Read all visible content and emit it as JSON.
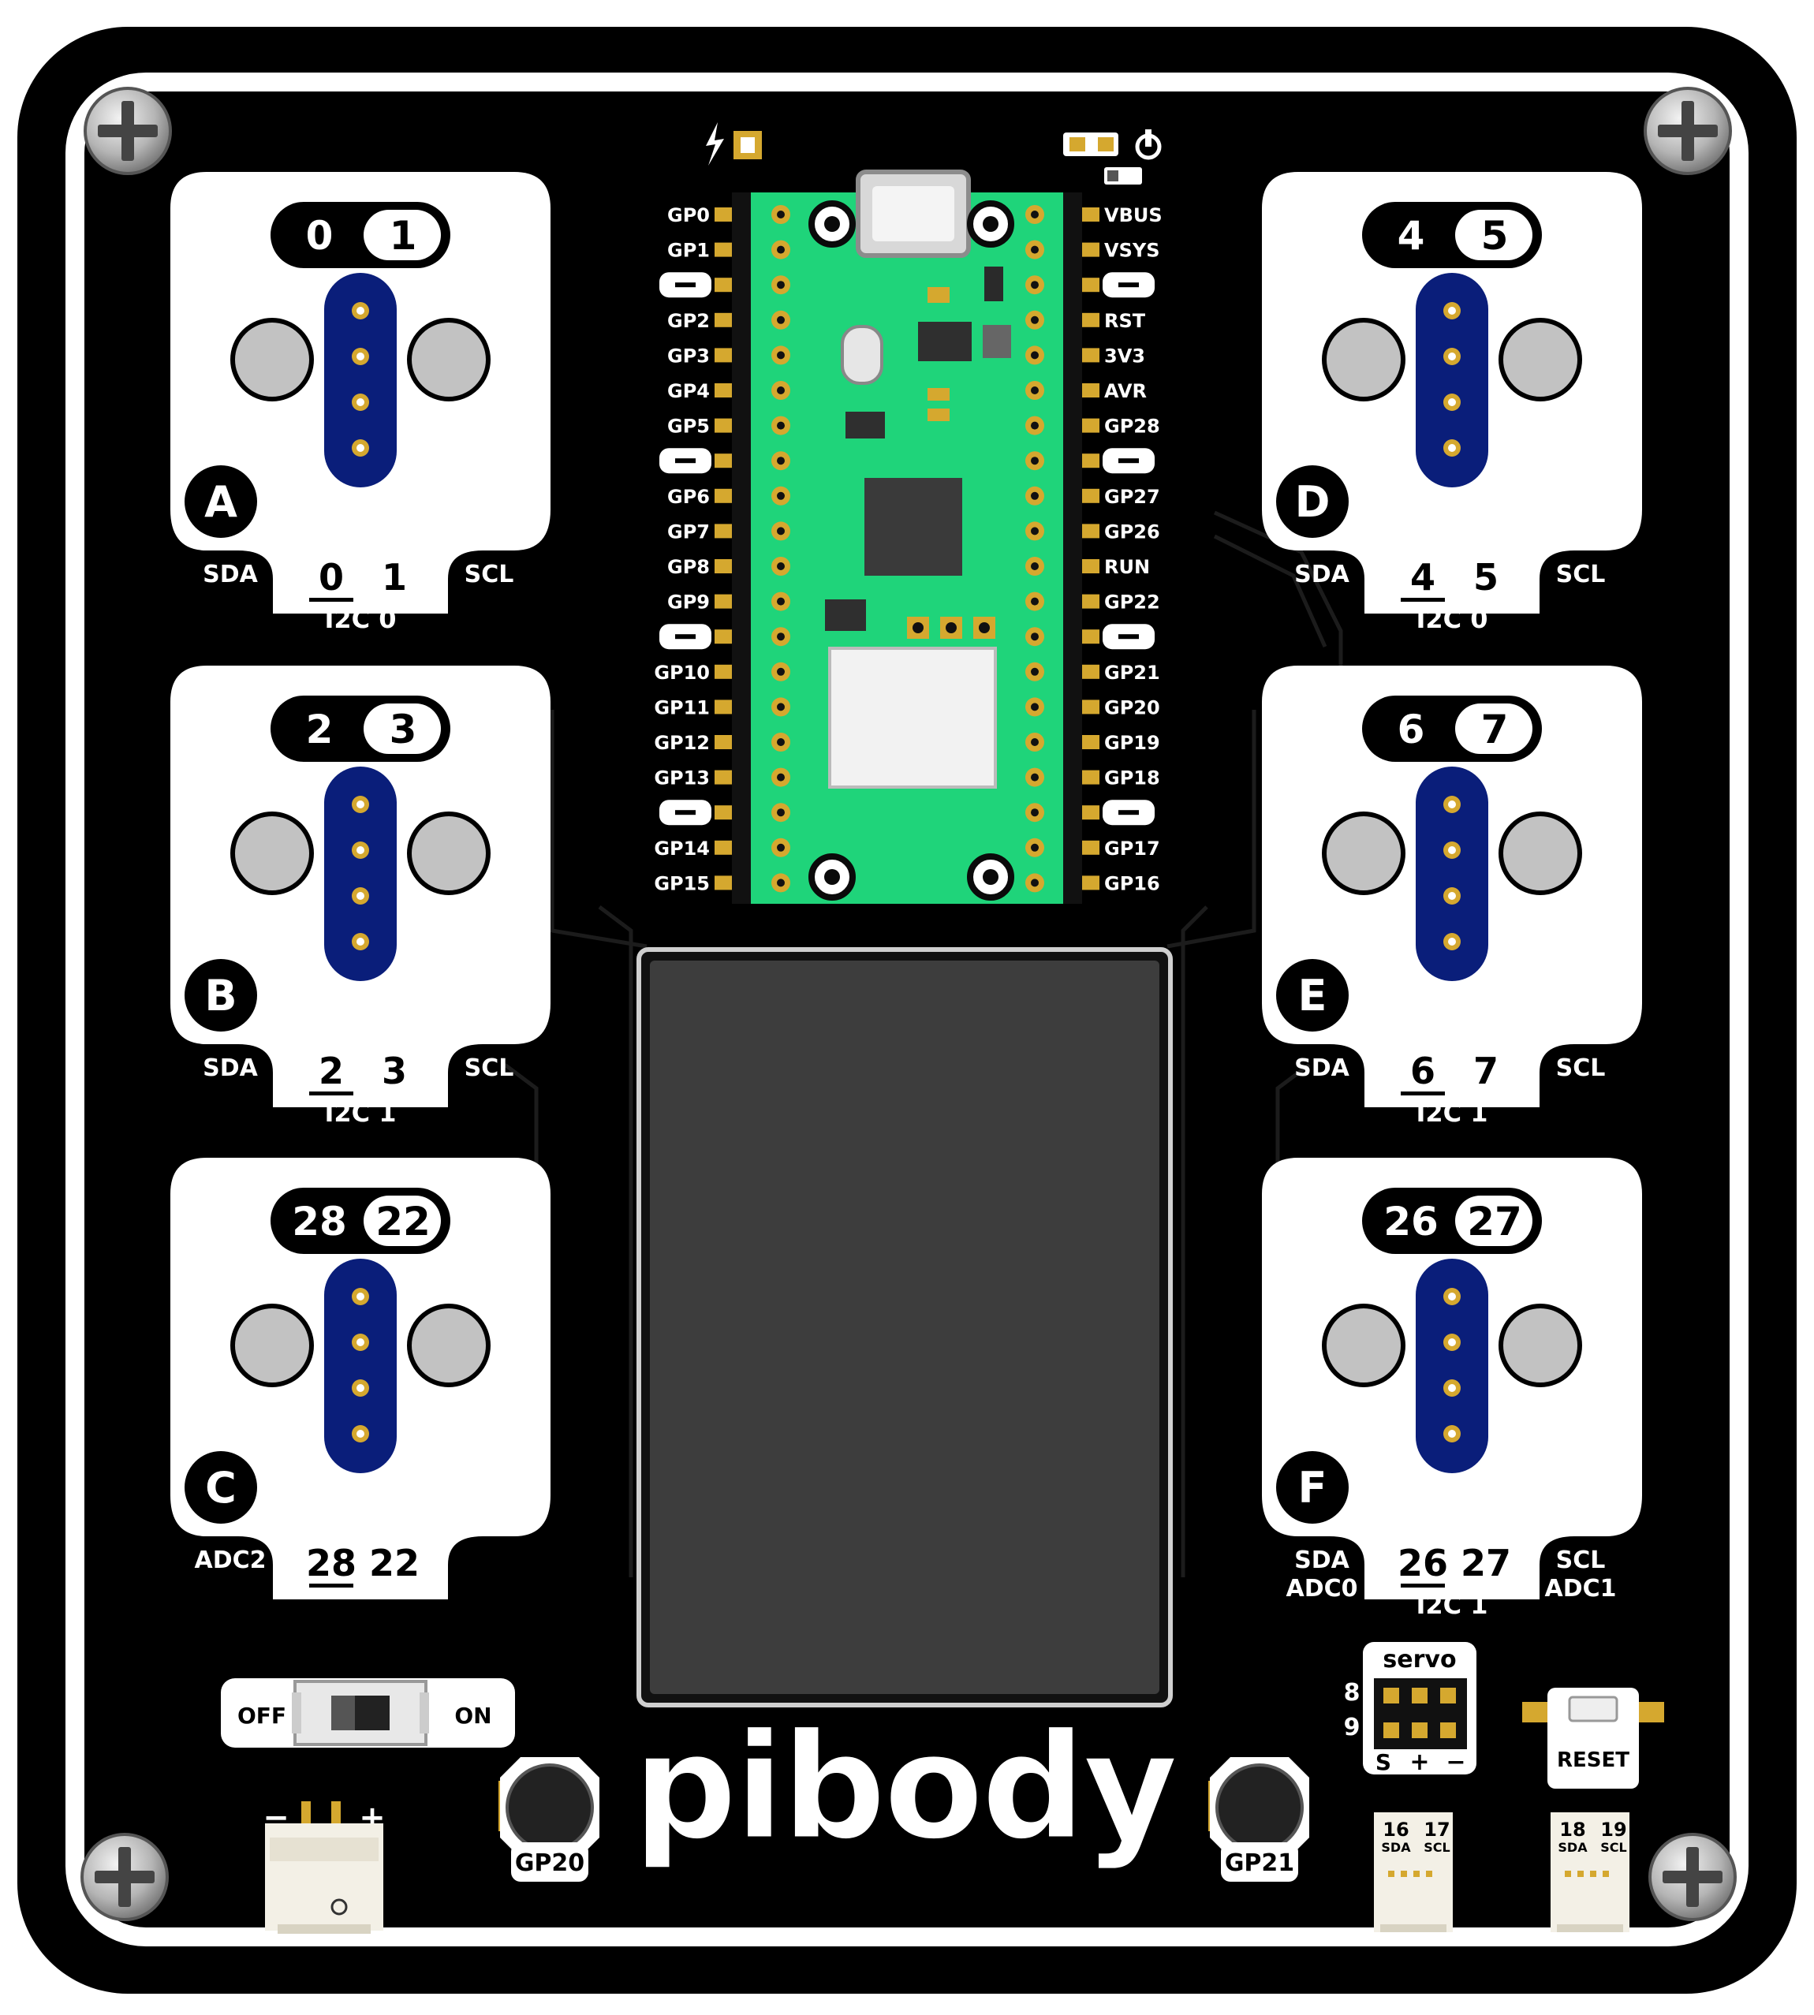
{
  "brand": "pibody",
  "colors": {
    "board": "#000000",
    "module_plate": "#ffffff",
    "connector": "#0a1e7a",
    "pico_pcb": "#1fd47a",
    "pad_gold": "#c9a227",
    "screen": "#3d3d3d"
  },
  "pico": {
    "left_pins": [
      "GP0",
      "GP1",
      "",
      "GP2",
      "GP3",
      "GP4",
      "GP5",
      "",
      "GP6",
      "GP7",
      "GP8",
      "GP9",
      "",
      "GP10",
      "GP11",
      "GP12",
      "GP13",
      "",
      "GP14",
      "GP15"
    ],
    "right_pins": [
      "VBUS",
      "VSYS",
      "",
      "RST",
      "3V3",
      "AVR",
      "GP28",
      "",
      "GP27",
      "GP26",
      "RUN",
      "GP22",
      "",
      "GP21",
      "GP20",
      "GP19",
      "GP18",
      "",
      "GP17",
      "GP16"
    ]
  },
  "modules": [
    {
      "letter": "A",
      "pin1": "0",
      "pin2": "1",
      "bottom_left": "SDA",
      "bottom_right": "SCL",
      "bus": "I2C 0"
    },
    {
      "letter": "B",
      "pin1": "2",
      "pin2": "3",
      "bottom_left": "SDA",
      "bottom_right": "SCL",
      "bus": "I2C 1"
    },
    {
      "letter": "C",
      "pin1": "28",
      "pin2": "22",
      "bottom_left": "ADC2",
      "bottom_right": "",
      "bus": ""
    },
    {
      "letter": "D",
      "pin1": "4",
      "pin2": "5",
      "bottom_left": "SDA",
      "bottom_right": "SCL",
      "bus": "I2C 0"
    },
    {
      "letter": "E",
      "pin1": "6",
      "pin2": "7",
      "bottom_left": "SDA",
      "bottom_right": "SCL",
      "bus": "I2C 1"
    },
    {
      "letter": "F",
      "pin1": "26",
      "pin2": "27",
      "bottom_left": "SDA",
      "bottom_left2": "ADC0",
      "bottom_right": "SCL",
      "bottom_right2": "ADC1",
      "bus": "I2C 1"
    }
  ],
  "power_switch": {
    "off_label": "OFF",
    "on_label": "ON"
  },
  "battery": {
    "minus": "−",
    "plus": "+"
  },
  "buttons": {
    "left": "GP20",
    "right": "GP21"
  },
  "servo": {
    "title": "servo",
    "row1": "8",
    "row2": "9",
    "signal": "S",
    "plus": "+",
    "minus": "−"
  },
  "reset": {
    "label": "RESET"
  },
  "qwiic": [
    {
      "pin1": "16",
      "pin2": "17",
      "label1": "SDA",
      "label2": "SCL"
    },
    {
      "pin1": "18",
      "pin2": "19",
      "label1": "SDA",
      "label2": "SCL"
    }
  ]
}
